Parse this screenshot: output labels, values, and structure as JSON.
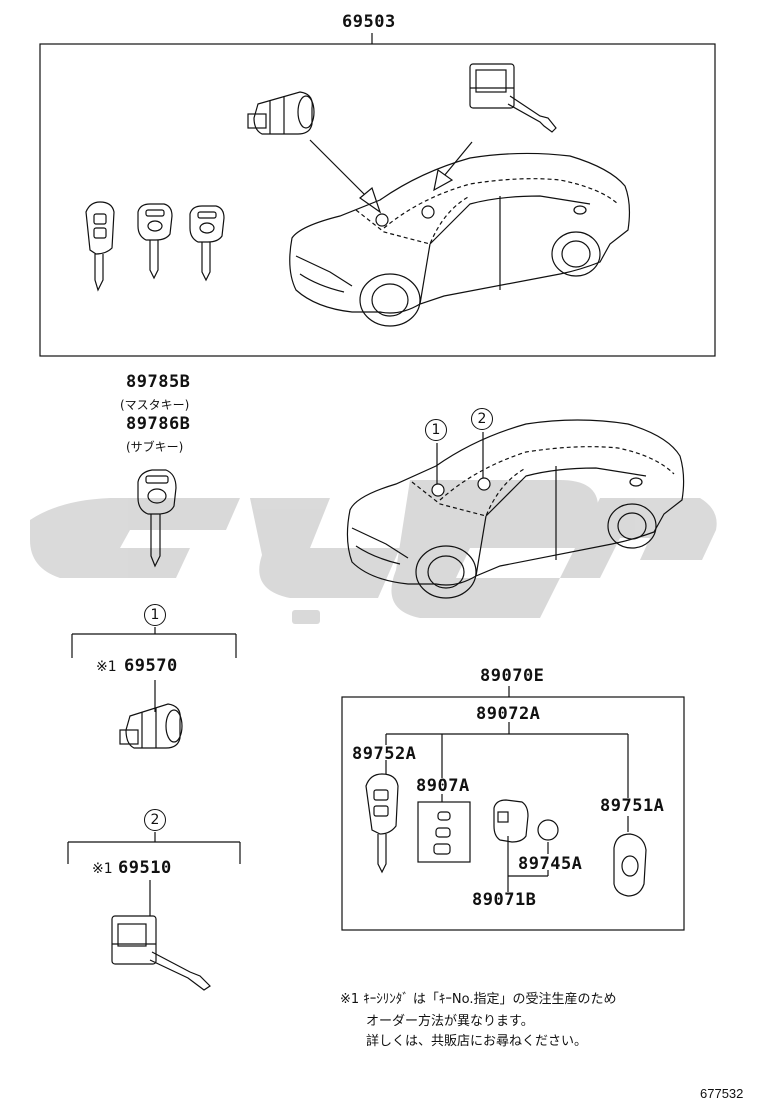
{
  "parts": {
    "kit_top": "69503",
    "master_key": "89785B",
    "master_key_note": "(マスタキー)",
    "sub_key": "89786B",
    "sub_key_note": "(サブキー)",
    "group1_part": "69570",
    "group2_part": "69510",
    "remote_set": "89070E",
    "remote_assy": "89072A",
    "key_remote": "89752A",
    "plate": "8907A",
    "transmitter": "89751A",
    "battery": "89745A",
    "housing": "89071B"
  },
  "callouts": {
    "one": "1",
    "two": "2"
  },
  "marks": {
    "asterisk": "※1"
  },
  "note": {
    "line1": "※1 ｷｰｼﾘﾝﾀﾞ は「ｷｰNo.指定」の受注生産のため",
    "line2": "オーダー方法が異なります。",
    "line3": "詳しくは、共販店にお尋ねください。"
  },
  "diagram_code": "677532",
  "watermark_color": "#d0d0d0"
}
